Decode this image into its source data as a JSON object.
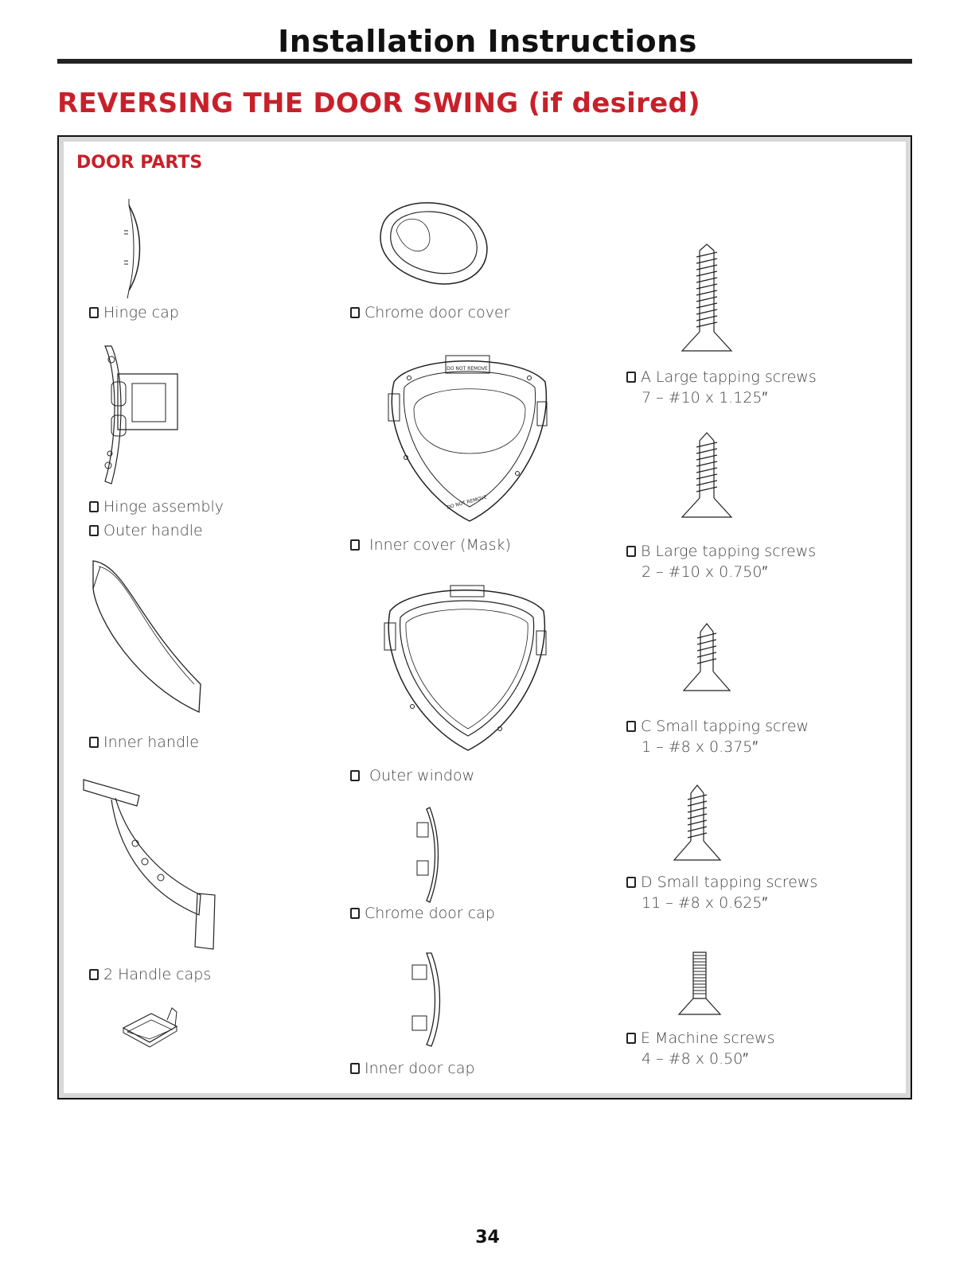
{
  "header": {
    "title": "Installation Instructions"
  },
  "section": {
    "title": "REVERSING THE DOOR SWING (if desired)"
  },
  "box": {
    "heading": "DOOR PARTS"
  },
  "parts": {
    "hinge_cap": "Hinge cap",
    "hinge_assembly": "Hinge assembly",
    "outer_handle": "Outer handle",
    "inner_handle": "Inner handle",
    "handle_caps": "2 Handle caps",
    "chrome_door_cover": "Chrome door cover",
    "inner_cover": " Inner cover (Mask)",
    "outer_window": " Outer window",
    "chrome_door_cap": "Chrome door cap",
    "inner_door_cap": "Inner door cap",
    "screw_a": "A Large tapping screws",
    "screw_a_spec": "7 – #10 x 1.125″",
    "screw_b": "B Large tapping screws",
    "screw_b_spec": "2 – #10 x 0.750″",
    "screw_c": "C Small tapping screw",
    "screw_c_spec": "1 – #8 x 0.375″",
    "screw_d": "D Small tapping screws",
    "screw_d_spec": "11 – #8 x 0.625″",
    "screw_e": "E Machine screws",
    "screw_e_spec": "4 – #8 x 0.50″"
  },
  "mask_text": "DO NOT REMOVE",
  "footer": {
    "page_number": "34"
  }
}
